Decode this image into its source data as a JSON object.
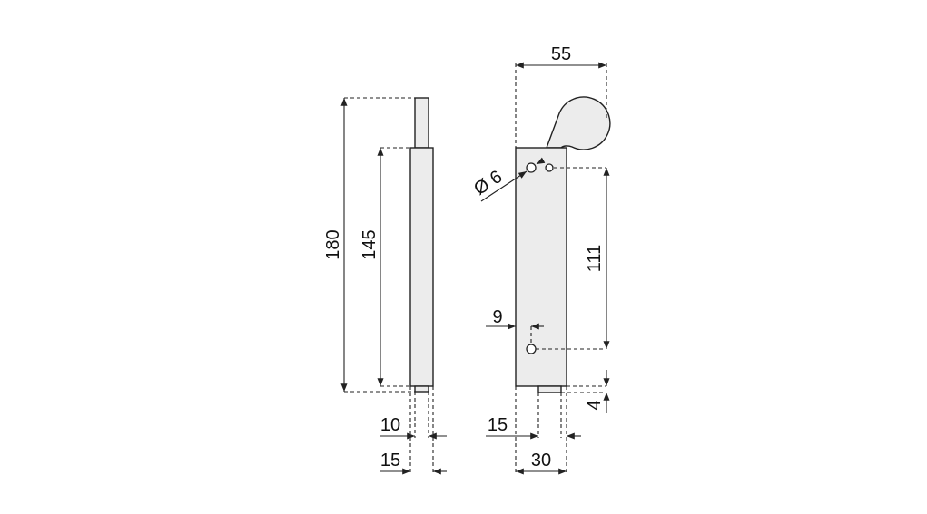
{
  "drawing": {
    "side_view": {
      "overall_height": "180",
      "body_height": "145",
      "pin_width": "10",
      "body_width": "15"
    },
    "front_view": {
      "overall_width": "55",
      "hole_diameter": "Ø 6",
      "hole_spacing": "111",
      "hole_offset": "9",
      "pin_protrusion": "4",
      "pin_width": "15",
      "body_width": "30"
    },
    "colors": {
      "fill": "#ececec",
      "line": "#222222"
    }
  }
}
